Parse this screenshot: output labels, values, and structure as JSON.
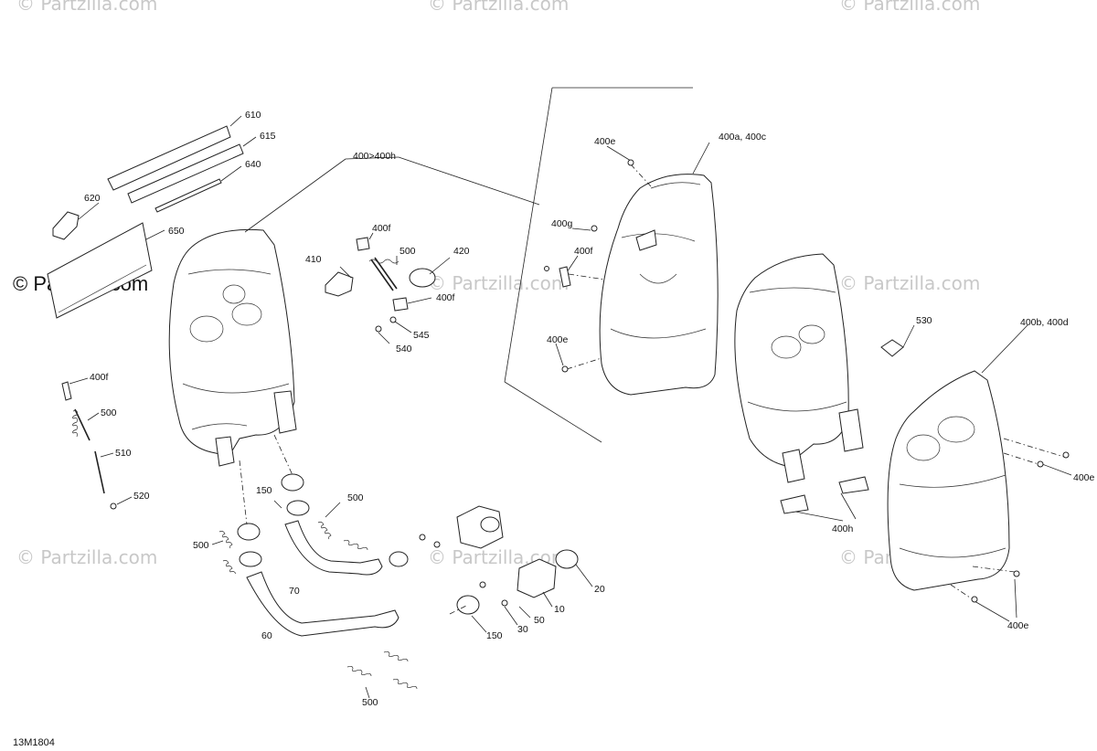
{
  "watermarks": {
    "top": [
      "© Partzilla.com",
      "© Partzilla.com",
      "© Partzilla.com"
    ],
    "mid_left": "© Partzilla.com",
    "mid_right": [
      "© Partzilla.com",
      "© Partzilla.com"
    ],
    "lower": [
      "© Partzilla.com",
      "© Partzilla.com",
      "© Partzilla.com"
    ]
  },
  "brand_watermark": "© Partzilla.com",
  "diagram_code": "13M1804",
  "callouts": {
    "c610": "610",
    "c615": "615",
    "c640": "640",
    "c620": "620",
    "c650": "650",
    "c400_400h": "400>400h",
    "c400f_a": "400f",
    "c500_a": "500",
    "c420": "420",
    "c410": "410",
    "c400f_b": "400f",
    "c545": "545",
    "c540": "540",
    "c400e_a": "400e",
    "c400a_400c": "400a, 400c",
    "c400g": "400g",
    "c400f_c": "400f",
    "c400e_b": "400e",
    "c530": "530",
    "c400b_400d": "400b, 400d",
    "c400e_c": "400e",
    "c400e_d": "400e",
    "c400h": "400h",
    "c400f_d": "400f",
    "c500_b": "500",
    "c510": "510",
    "c520": "520",
    "c150_a": "150",
    "c500_c": "500",
    "c500_d": "500",
    "c70": "70",
    "c60": "60",
    "c20": "20",
    "c10": "10",
    "c50": "50",
    "c30": "30",
    "c150_b": "150",
    "c500_e": "500"
  }
}
